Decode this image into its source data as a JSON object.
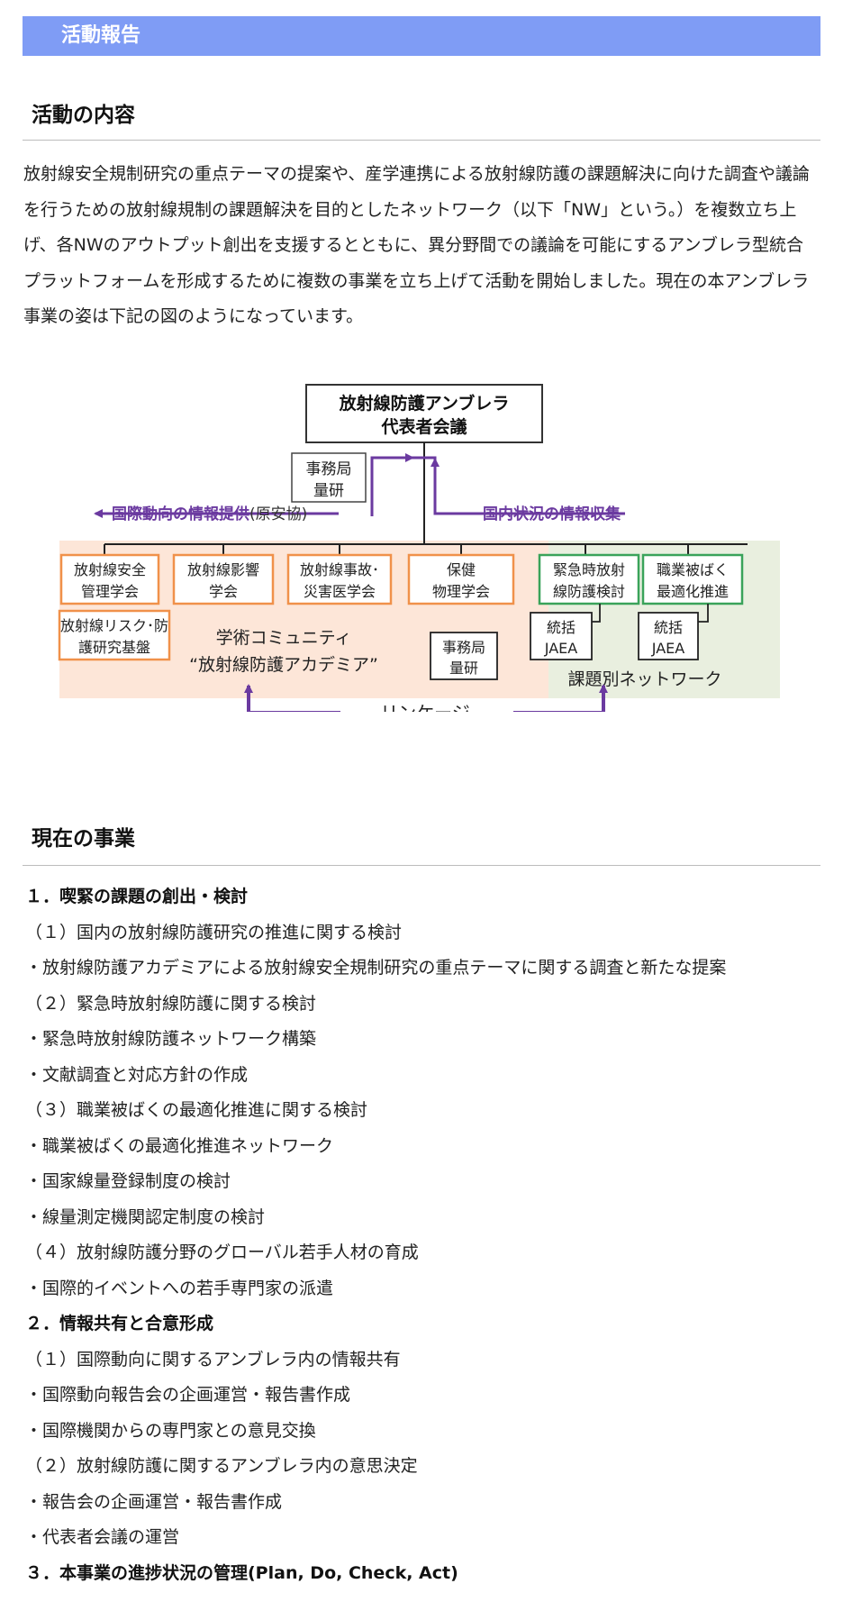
{
  "banner": {
    "title": "活動報告"
  },
  "section1": {
    "title": "活動の内容",
    "paragraph": "放射線安全規制研究の重点テーマの提案や、産学連携による放射線防護の課題解決に向けた調査や議論を行うための放射線規制の課題解決を目的としたネットワーク（以下「NW」という。）を複数立ち上げ、各NWのアウトプット創出を支援するとともに、異分野間での議論を可能にするアンブレラ型統合プラットフォームを形成するために複数の事業を立ち上げて活動を開始しました。現在の本アンブレラ事業の姿は下記の図のようになっています。"
  },
  "diagram": {
    "top_box": [
      "放射線防護アンブレラ",
      "代表者会議"
    ],
    "secretariat_top": [
      "事務局",
      "量研"
    ],
    "left_arrow_label": "国際動向の情報提供",
    "left_arrow_note": "(原安協)",
    "right_arrow_label": "国内状況の情報収集",
    "academic_boxes": [
      [
        "放射線安全",
        "管理学会"
      ],
      [
        "放射線影響",
        "学会"
      ],
      [
        "放射線事故･",
        "災害医学会"
      ],
      [
        "保健",
        "物理学会"
      ]
    ],
    "academic_box_extra": [
      "放射線リスク･防",
      "護研究基盤"
    ],
    "network_boxes": [
      [
        "緊急時放射",
        "線防護検討"
      ],
      [
        "職業被ばく",
        "最適化推進"
      ]
    ],
    "jaea_boxes": [
      [
        "統括",
        "JAEA"
      ],
      [
        "統括",
        "JAEA"
      ]
    ],
    "academy_label": [
      "学術コミュニティ",
      "“放射線防護アカデミア”"
    ],
    "secretariat_academy": [
      "事務局",
      "量研"
    ],
    "network_label": "課題別ネットワーク",
    "linkage_label": "リンケージ",
    "colors": {
      "academic_bg": "#fde6d8",
      "network_bg": "#e9efdf",
      "orange": "#f0914a",
      "green": "#3aa35a",
      "purple": "#6b3aa0"
    }
  },
  "section2": {
    "title": "現在の事業",
    "items": [
      {
        "text": "１．喫緊の課題の創出・検討",
        "head": true
      },
      {
        "text": "（１）国内の放射線防護研究の推進に関する検討",
        "head": false
      },
      {
        "text": "・放射線防護アカデミアによる放射線安全規制研究の重点テーマに関する調査と新たな提案",
        "head": false
      },
      {
        "text": "（２）緊急時放射線防護に関する検討",
        "head": false
      },
      {
        "text": "・緊急時放射線防護ネットワーク構築",
        "head": false
      },
      {
        "text": "・文献調査と対応方針の作成",
        "head": false
      },
      {
        "text": "（３）職業被ばくの最適化推進に関する検討",
        "head": false
      },
      {
        "text": "・職業被ばくの最適化推進ネットワーク",
        "head": false
      },
      {
        "text": "・国家線量登録制度の検討",
        "head": false
      },
      {
        "text": "・線量測定機関認定制度の検討",
        "head": false
      },
      {
        "text": "（４）放射線防護分野のグローバル若手人材の育成",
        "head": false
      },
      {
        "text": "・国際的イベントへの若手専門家の派遣",
        "head": false
      },
      {
        "text": "２．情報共有と合意形成",
        "head": true
      },
      {
        "text": "（１）国際動向に関するアンブレラ内の情報共有",
        "head": false
      },
      {
        "text": "・国際動向報告会の企画運営・報告書作成",
        "head": false
      },
      {
        "text": "・国際機関からの専門家との意見交換",
        "head": false
      },
      {
        "text": "（２）放射線防護に関するアンブレラ内の意思決定",
        "head": false
      },
      {
        "text": "・報告会の企画運営・報告書作成",
        "head": false
      },
      {
        "text": "・代表者会議の運営",
        "head": false
      },
      {
        "text": "３．本事業の進捗状況の管理(Plan, Do, Check, Act)",
        "head": true
      }
    ]
  }
}
